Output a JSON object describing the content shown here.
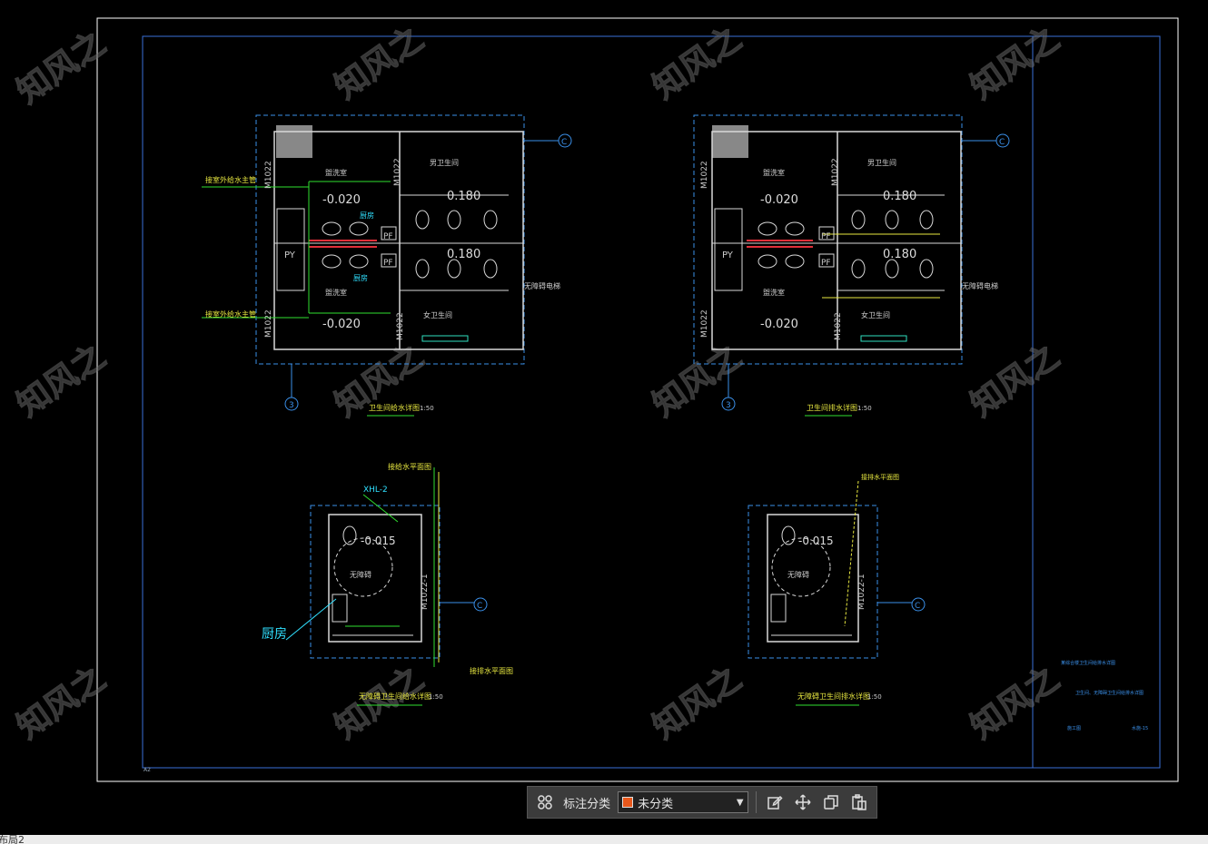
{
  "drawing": {
    "plans": [
      {
        "title": "卫生间给水详图",
        "scale": "1:50"
      },
      {
        "title": "卫生间排水详图",
        "scale": "1:50"
      },
      {
        "title": "无障碍卫生间给水详图",
        "scale": "1:50"
      },
      {
        "title": "无障碍卫生间排水详图",
        "scale": "1:50"
      }
    ],
    "room_labels": {
      "wash_room": "盥洗室",
      "male_toilet": "男卫生间",
      "female_toilet": "女卫生间",
      "accessible_toilet": "无障碍",
      "accessible_elevator": "无障碍电梯"
    },
    "door_codes": {
      "m1022": "M1022",
      "m1022_1": "M1022-1"
    },
    "elevations": {
      "low": "-0.020",
      "high": "0.180",
      "acc": "-0.015"
    },
    "shaft_labels": {
      "py": "PY",
      "pf": "PF"
    },
    "axis_labels": {
      "c": "C",
      "three": "3"
    },
    "callouts": {
      "water_supply": "接室外给水主管",
      "xhl": "XHL-2",
      "kitchen": "厨房",
      "supply_plan": "接给水平面图",
      "drain_plan": "接排水平面图"
    },
    "title_block": {
      "line1": "某综合楼卫生间给排水详图",
      "line2": "卫生间、无障碍卫生间给排水详图",
      "sheet": "施工图",
      "no": "水施-15"
    },
    "sheet_size": "A2",
    "watermark_text": "知风之"
  },
  "toolbar": {
    "label": "标注分类",
    "category_value": "未分类",
    "category_color": "#e8581c"
  },
  "status": {
    "tab_text": "布局2"
  }
}
